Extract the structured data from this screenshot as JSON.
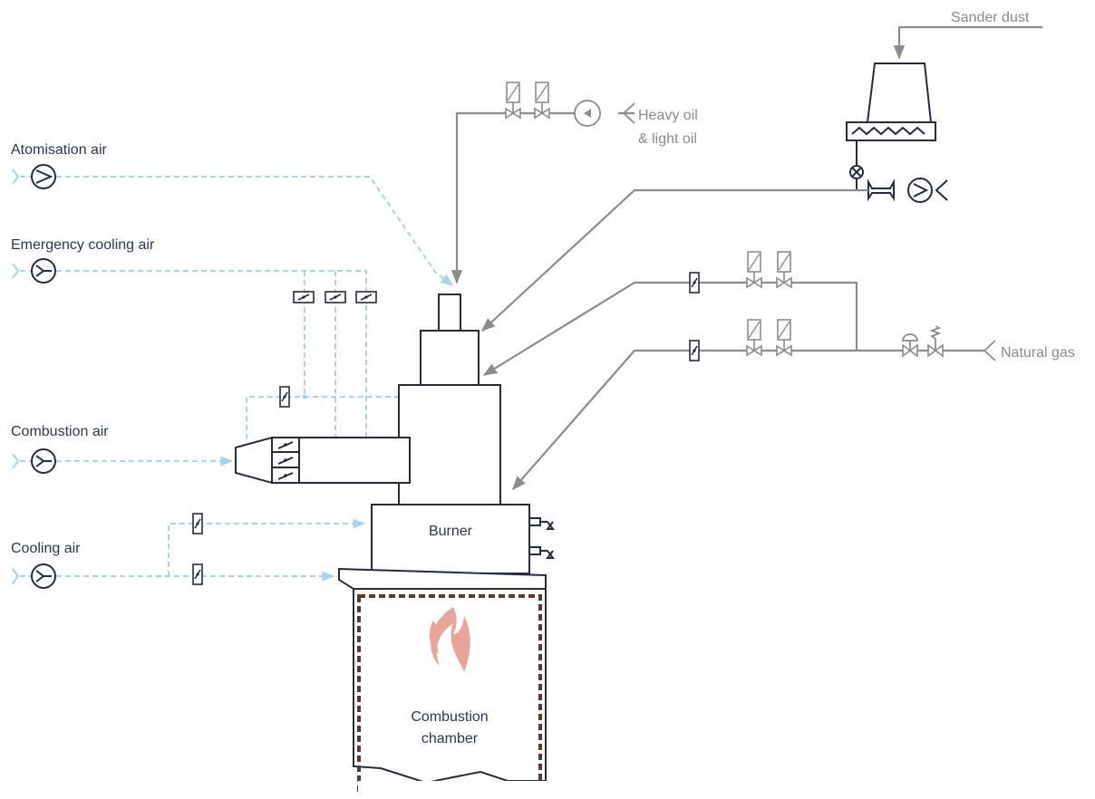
{
  "labels": {
    "atomisation_air": "Atomisation air",
    "emergency_cooling_air": "Emergency cooling air",
    "combustion_air": "Combustion air",
    "cooling_air": "Cooling air",
    "heavy_oil_line1": "Heavy oil",
    "heavy_oil_line2": "& light oil",
    "sander_dust": "Sander dust",
    "natural_gas": "Natural gas",
    "burner": "Burner",
    "combustion_chamber_line1": "Combustion",
    "combustion_chamber_line2": "chamber"
  },
  "colors": {
    "air_lines": "#a9d3ee",
    "fuel_lines": "#8c8c8c",
    "equipment_outline": "#232c44",
    "flame": "#e8a49a",
    "refractory_lining": "#5a3a30",
    "text_dark": "#2b3750",
    "text_grey": "#8a8a8a"
  },
  "icons": {
    "fan": "fan-icon",
    "pump": "pump-icon",
    "damper": "damper-icon",
    "shutoff_valve": "shutoff-valve-icon",
    "flame": "flame-icon"
  }
}
